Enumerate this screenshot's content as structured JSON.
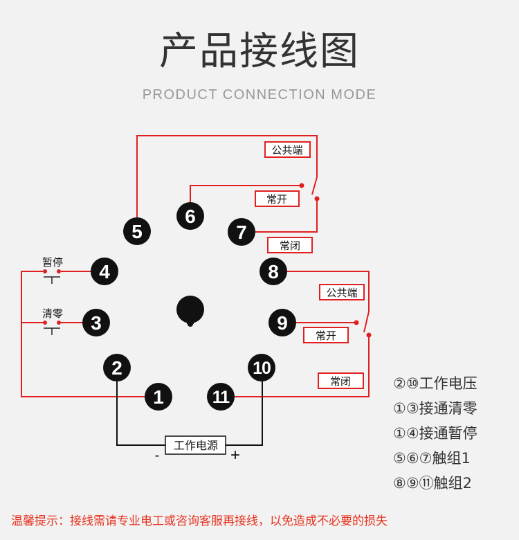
{
  "header": {
    "title": "产品接线图",
    "subtitle": "PRODUCT CONNECTION MODE"
  },
  "pins": [
    "1",
    "2",
    "3",
    "4",
    "5",
    "6",
    "7",
    "8",
    "9",
    "10",
    "11"
  ],
  "labels": {
    "common_top": "公共端",
    "no_top": "常开",
    "nc_top": "常闭",
    "common_bottom": "公共端",
    "no_bottom": "常开",
    "nc_bottom": "常闭",
    "pause": "暂停",
    "reset": "清零",
    "power": "工作电源",
    "minus": "-",
    "plus": "+"
  },
  "legend": [
    "②⑩工作电压",
    "①③接通清零",
    "①④接通暂停",
    "⑤⑥⑦触组1",
    "⑧⑨⑪触组2"
  ],
  "warning": "温馨提示：接线需请专业电工或咨询客服再接线，以免造成不必要的损失",
  "colors": {
    "wire": "#e02020",
    "pin_fill": "#111111",
    "pin_text": "#ffffff",
    "black_wire": "#111111"
  }
}
